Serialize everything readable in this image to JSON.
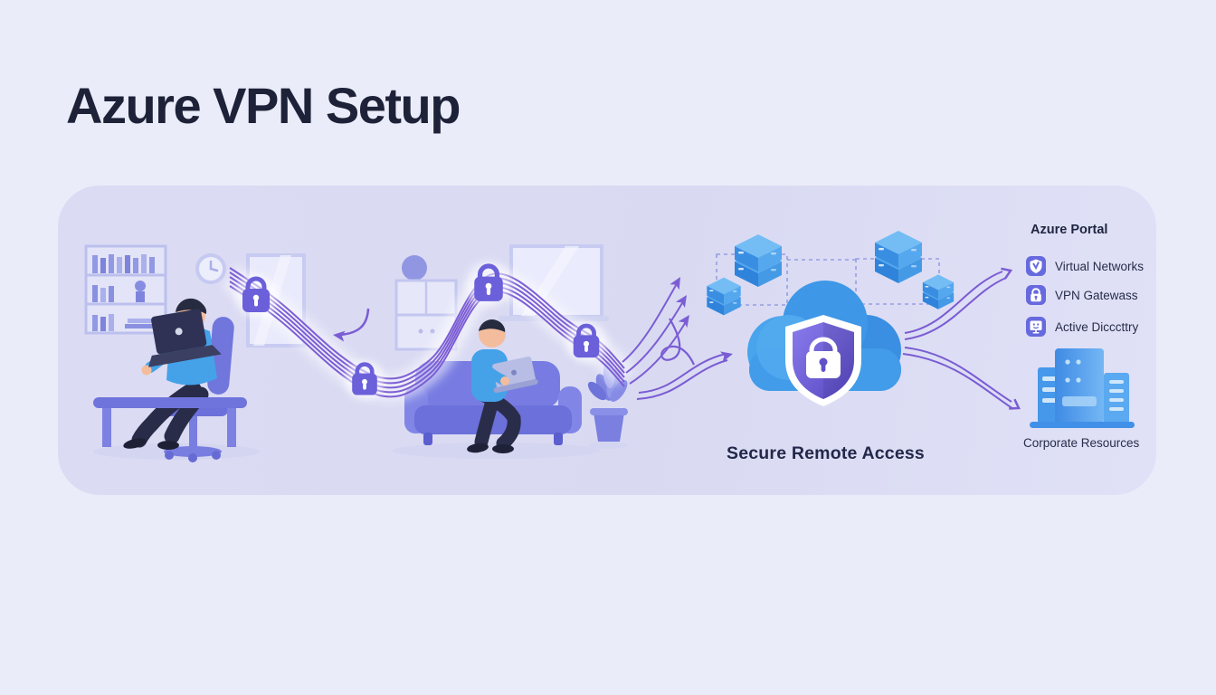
{
  "page": {
    "title": "Azure VPN Setup"
  },
  "panel": {
    "caption": "Secure Remote Access",
    "azure_portal": {
      "heading": "Azure Portal",
      "items": [
        {
          "icon": "virtual-networks-icon",
          "label": "Virtual Networks"
        },
        {
          "icon": "vpn-gateways-icon",
          "label": "VPN Gatewass"
        },
        {
          "icon": "active-directory-icon",
          "label": "Active Dicccttry"
        }
      ]
    },
    "corporate_resources_label": "Corporate Resources"
  },
  "illustration": {
    "scenes": [
      "remote-worker-at-desk",
      "remote-worker-on-couch"
    ],
    "icons": [
      "padlock-icon",
      "cloud-icon",
      "shield-lock-icon",
      "server-cube-icon",
      "server-rack-icon",
      "laptop-icon",
      "bookshelf-icon",
      "clock-icon",
      "window-icon",
      "couch-icon",
      "plant-icon"
    ]
  },
  "colors": {
    "background": "#ebecf9",
    "panel": "#dbdcf3",
    "title_text": "#1e2238",
    "body_text": "#272c49",
    "accent_purple": "#7c5ed4",
    "lock_purple": "#6b60da",
    "cloud_blue": "#3f9ae8",
    "shield_purple": "#6a5ad0",
    "icon_tile": "#6769de"
  }
}
